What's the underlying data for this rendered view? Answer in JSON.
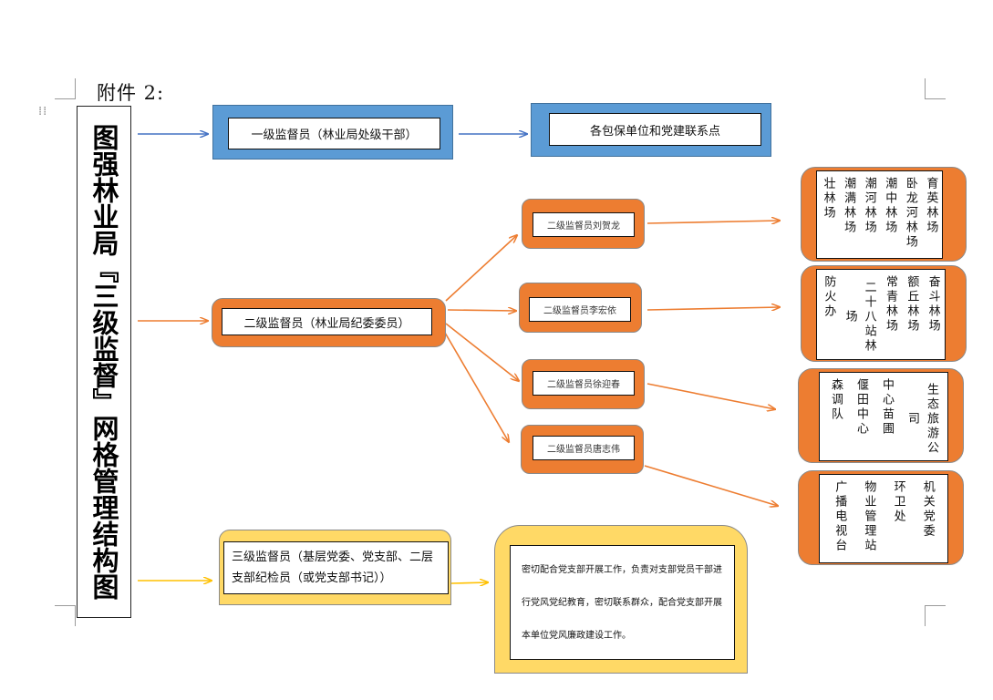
{
  "annex_label": "附件 2:",
  "title": "图强林业局『三级监督』网格管理结构图",
  "level1": {
    "supervisor": "一级监督员（林业局处级干部）",
    "target": "各包保单位和党建联系点"
  },
  "level2": {
    "supervisor": "二级监督员（林业局纪委委员）",
    "members": [
      {
        "label": "二级监督员刘贺龙",
        "units": [
          "育英林场",
          "卧龙河林场",
          "潮中林场",
          "潮河林场",
          "潮满林场",
          "壮林场"
        ]
      },
      {
        "label": "二级监督员李宏依",
        "units": [
          "奋斗林场",
          "额丘林场",
          "常青林场",
          "二十八站林场",
          "防火办"
        ]
      },
      {
        "label": "二级监督员徐迎春",
        "units": [
          "生态旅游公司",
          "中心苗圃",
          "偃田中心",
          "森调队"
        ]
      },
      {
        "label": "二级监督员唐志伟",
        "units": [
          "机关党委",
          "环卫处",
          "物业管理站",
          "广播电视台"
        ]
      }
    ]
  },
  "level3": {
    "supervisor": "三级监督员（基层党委、党支部、二层支部纪检员（或党支部书记））",
    "duties": "密切配合党支部开展工作，负责对支部党员干部进行党风党纪教育，密切联系群众，配合党支部开展本单位党风廉政建设工作。"
  },
  "colors": {
    "level1": "#5b9bd5",
    "level2": "#ed7d31",
    "level3": "#ffd966",
    "arrow_level1": "#4472c4",
    "arrow_level2": "#ed7d31",
    "arrow_level3": "#ffc000"
  }
}
